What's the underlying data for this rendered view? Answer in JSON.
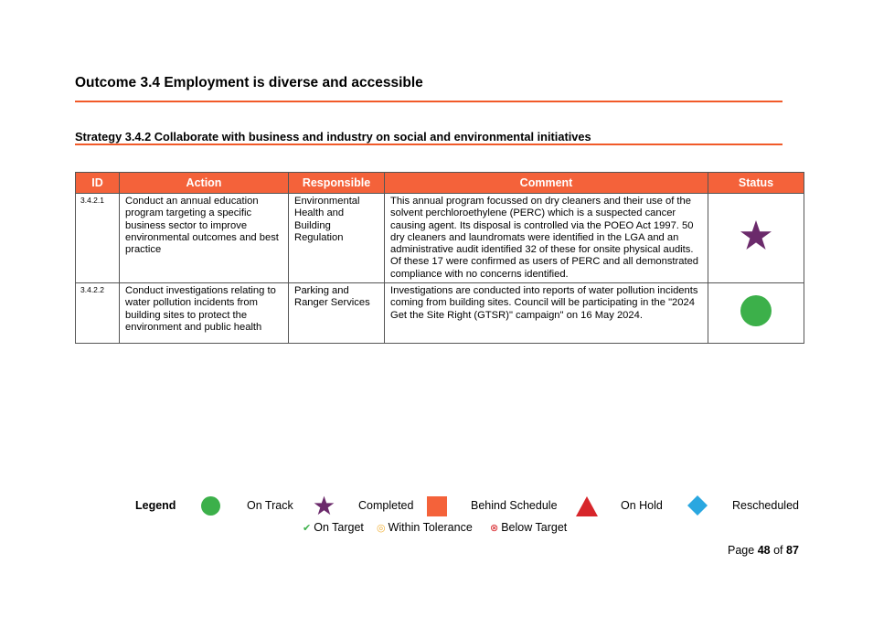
{
  "outcome": {
    "title": "Outcome 3.4 Employment is diverse and accessible"
  },
  "strategy": {
    "title": "Strategy 3.4.2 Collaborate with business and industry on social and environmental initiatives"
  },
  "table": {
    "headers": {
      "id": "ID",
      "action": "Action",
      "responsible": "Responsible",
      "comment": "Comment",
      "status": "Status"
    },
    "rows": [
      {
        "id": "3.4.2.1",
        "action": "Conduct an annual education program targeting a specific business sector to improve environmental outcomes and best practice",
        "responsible": "Environmental Health and Building Regulation",
        "comment": "This annual program focussed on dry cleaners and their use of the solvent perchloroethylene (PERC) which is a suspected cancer causing agent.  Its disposal is controlled via the POEO Act 1997. 50 dry cleaners and laundromats were identified in the LGA and an administrative audit identified 32 of these for onsite physical audits. Of these 17 were confirmed as users of PERC and all demonstrated compliance with no concerns identified.",
        "status_icon": "star-icon",
        "status_color": "#6b2a6b"
      },
      {
        "id": "3.4.2.2",
        "action": "Conduct investigations relating to water pollution incidents from building sites to protect the environment and public health",
        "responsible": "Parking and Ranger Services",
        "comment": "Investigations are conducted into reports of water pollution incidents coming from building sites. Council will be participating in the \"2024 Get the Site Right (GTSR)\" campaign\" on 16 May 2024.",
        "status_icon": "circle-icon",
        "status_color": "#3cb04a"
      }
    ]
  },
  "legend": {
    "title": "Legend",
    "items": [
      {
        "label": "On Track",
        "icon": "circle-icon",
        "color": "#3cb04a"
      },
      {
        "label": "Completed",
        "icon": "star-icon",
        "color": "#6b2a6b"
      },
      {
        "label": "Behind Schedule",
        "icon": "square-icon",
        "color": "#f4623a"
      },
      {
        "label": "On Hold",
        "icon": "triangle-icon",
        "color": "#d7262b"
      },
      {
        "label": "Rescheduled",
        "icon": "diamond-icon",
        "color": "#2aa7e0"
      }
    ],
    "ratings": [
      {
        "label": "On Target",
        "icon": "check-circle-icon",
        "color": "#3cb04a"
      },
      {
        "label": "Within Tolerance",
        "icon": "ring-circle-icon",
        "color": "#f2b33d"
      },
      {
        "label": "Below Target",
        "icon": "x-circle-icon",
        "color": "#d7262b"
      }
    ]
  },
  "page": {
    "prefix": "Page",
    "current": "48",
    "of": "of",
    "total": "87"
  }
}
